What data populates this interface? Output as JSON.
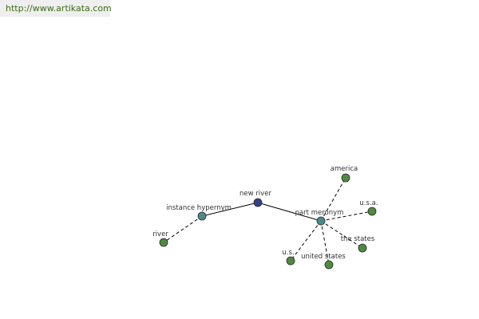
{
  "header": {
    "site_url": "http://www.artikata.com"
  },
  "graph": {
    "colors": {
      "root": "#33408c",
      "relation": "#4b8a8a",
      "leaf": "#4f8b3f"
    },
    "nodes": [
      {
        "id": "new-river",
        "label": "new river",
        "kind": "root"
      },
      {
        "id": "instance-hypernym",
        "label": "instance hypernym",
        "kind": "relation"
      },
      {
        "id": "part-meronym",
        "label": "part meronym",
        "kind": "relation"
      },
      {
        "id": "river",
        "label": "river",
        "kind": "leaf"
      },
      {
        "id": "america",
        "label": "america",
        "kind": "leaf"
      },
      {
        "id": "usa",
        "label": "u.s.a.",
        "kind": "leaf"
      },
      {
        "id": "the-states",
        "label": "the states",
        "kind": "leaf"
      },
      {
        "id": "united-states",
        "label": "united states",
        "kind": "leaf"
      },
      {
        "id": "us",
        "label": "u.s.",
        "kind": "leaf"
      }
    ],
    "edges": [
      {
        "from": "new-river",
        "to": "instance-hypernym",
        "style": "solid"
      },
      {
        "from": "new-river",
        "to": "part-meronym",
        "style": "solid"
      },
      {
        "from": "instance-hypernym",
        "to": "river",
        "style": "dashed"
      },
      {
        "from": "part-meronym",
        "to": "america",
        "style": "dashed"
      },
      {
        "from": "part-meronym",
        "to": "usa",
        "style": "dashed"
      },
      {
        "from": "part-meronym",
        "to": "the-states",
        "style": "dashed"
      },
      {
        "from": "part-meronym",
        "to": "united-states",
        "style": "dashed"
      },
      {
        "from": "part-meronym",
        "to": "us",
        "style": "dashed"
      }
    ]
  }
}
